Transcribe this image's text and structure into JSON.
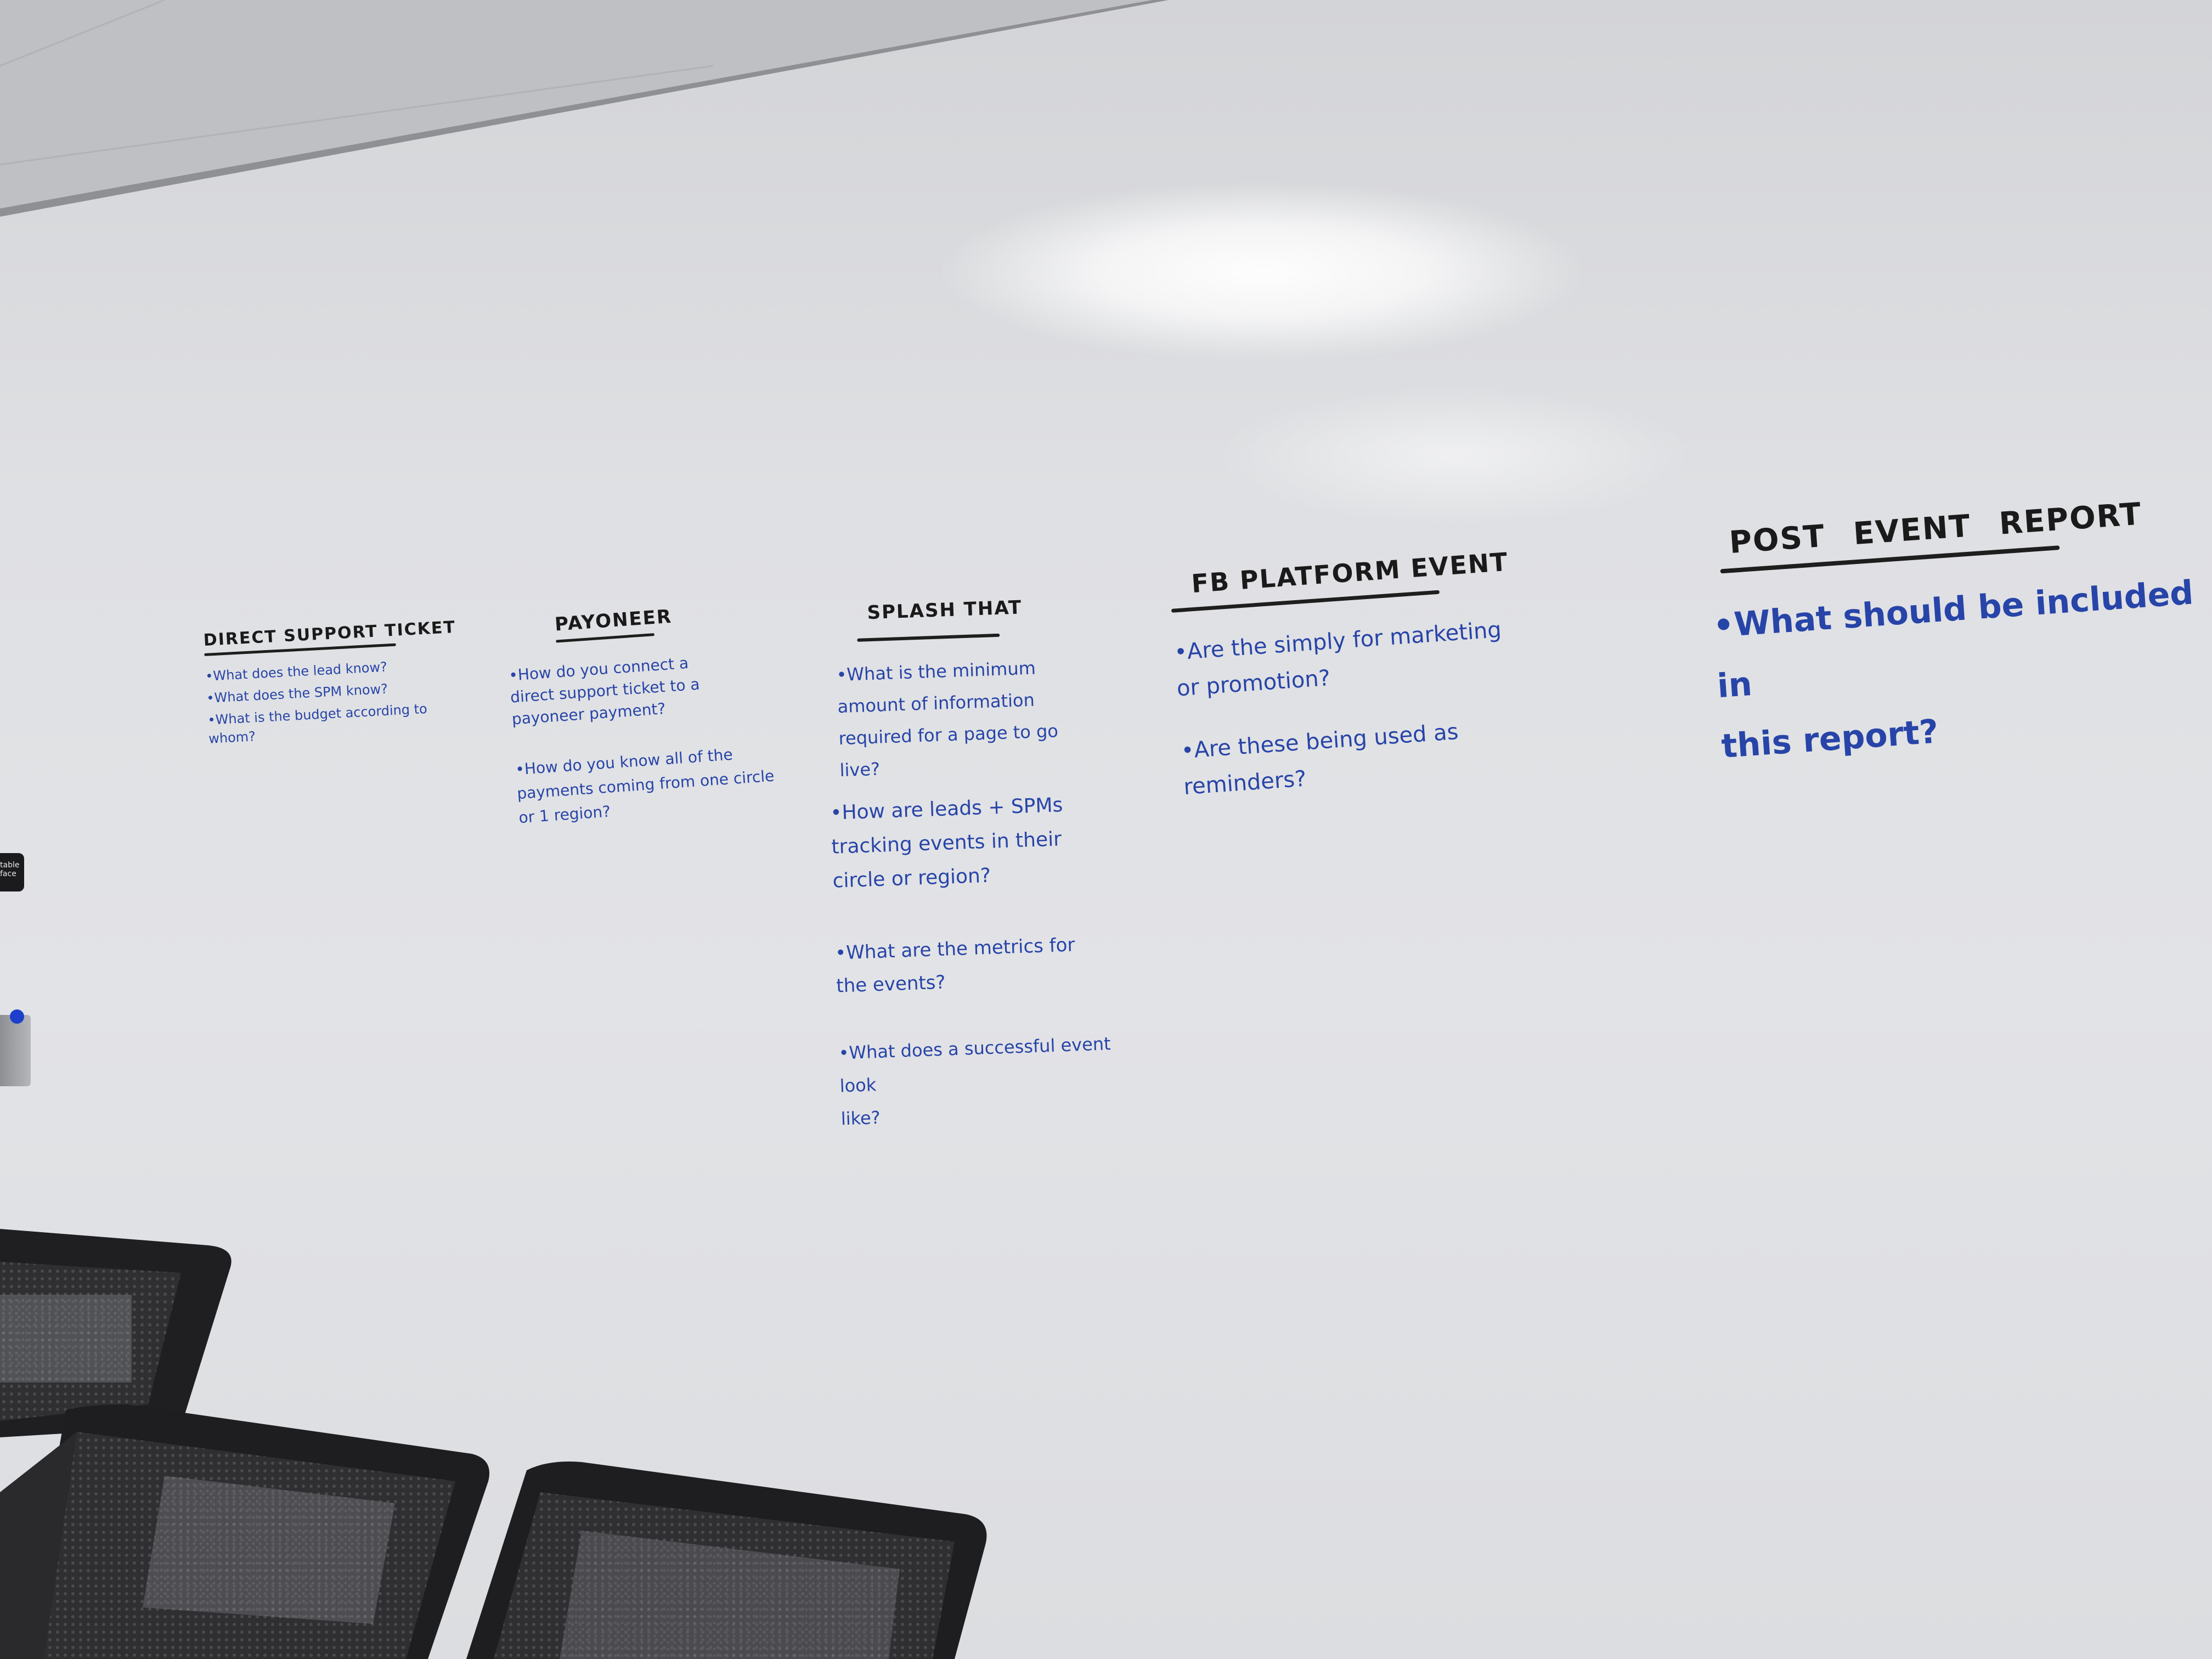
{
  "board": {
    "sign_text": "table\nface",
    "columns": [
      {
        "heading": "DIRECT SUPPORT TICKET",
        "notes": [
          "•What does the lead know?",
          "•What does the SPM know?",
          "•What is the budget according to\n whom?"
        ]
      },
      {
        "heading": "PAYONEER",
        "notes": [
          "•How do you connect a\n direct support ticket to a\n payoneer payment?",
          "•How do you know all of the\n payments coming from one circle\n or 1 region?"
        ]
      },
      {
        "heading": "SPLASH THAT",
        "notes": [
          "•What is the minimum\n amount of information\n required for a page to go\n live?",
          "•How are leads + SPMs\n tracking events in their\n circle or region?",
          "•What are the metrics for\n the events?",
          "•What does a successful event look\n like?"
        ]
      },
      {
        "heading": "FB PLATFORM EVENT",
        "notes": [
          "•Are the simply for marketing\n or promotion?",
          "•Are these being used as\n reminders?"
        ]
      },
      {
        "heading": "POST EVENT REPORT",
        "notes": [
          "•What should be included in\nthis report?"
        ]
      }
    ]
  },
  "colors": {
    "marker_black": "#1a1a1a",
    "marker_blue": "#2744a8",
    "chair_mesh": "#3a3a3d"
  }
}
